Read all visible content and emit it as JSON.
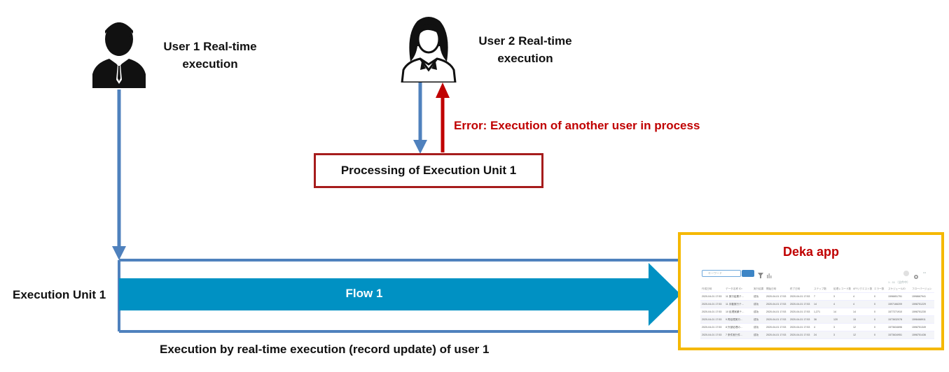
{
  "user1": {
    "label_line1": "User 1 Real-time",
    "label_line2": "execution"
  },
  "user2": {
    "label_line1": "User 2 Real-time",
    "label_line2": "execution"
  },
  "error_text": "Error: Execution of another user in process",
  "processing_box": "Processing of Execution Unit 1",
  "execution_unit_label": "Execution Unit 1",
  "flow_label": "Flow 1",
  "bottom_caption": "Execution by real-time execution (record update) of user 1",
  "app": {
    "title": "Deka app",
    "search_placeholder": "キーワード",
    "pagination": "1 - 11 （全件中）",
    "columns": [
      "作成日時",
      "データ名称 ID↑",
      "実行結果",
      "開始日時",
      "終了日時",
      "ステップ数",
      "処理レコード数",
      "APIリクエスト数",
      "エラー数",
      "スケジュールID",
      "フローバージョン"
    ],
    "rows": [
      [
        "2020-04-01 17:53",
        "11 実行結果テ…",
        "成功",
        "2020-04-01 17:53",
        "2020-04-01 17:53",
        "7",
        "3",
        "4",
        "0",
        "1596651751",
        "1598667941"
      ],
      [
        "2020-04-01 17:53",
        "11 手動実行テ…",
        "成功",
        "2020-04-01 17:53",
        "2020-04-01 17:53",
        "14",
        "4",
        "4",
        "0",
        "1597166209",
        "1598751229"
      ],
      [
        "2020-04-01 17:53",
        "10 処理実績テ…",
        "成功",
        "2020-04-01 17:53",
        "2020-04-01 17:53",
        "1,271",
        "14",
        "14",
        "0",
        "1577271910",
        "1598751230"
      ],
      [
        "2020-04-01 17:53",
        "9 再処理実行…",
        "成功",
        "2020-04-01 17:53",
        "2020-04-01 17:53",
        "36",
        "120",
        "15",
        "0",
        "1573632078",
        "1598468911"
      ],
      [
        "2020-04-01 17:53",
        "8 外部処理の…",
        "成功",
        "2020-04-01 17:53",
        "2020-04-01 17:53",
        "4",
        "3",
        "12",
        "0",
        "1573634696",
        "1598751349"
      ],
      [
        "2020-04-01 17:53",
        "7 条件実行件…",
        "成功",
        "2020-04-01 17:53",
        "2020-04-01 17:53",
        "24",
        "3",
        "12",
        "0",
        "1573634951",
        "1598751436"
      ]
    ]
  },
  "colors": {
    "blue_line": "#4f81bd",
    "red_arrow": "#c00000",
    "flow_fill": "#0091c3",
    "app_border": "#f5b800"
  }
}
